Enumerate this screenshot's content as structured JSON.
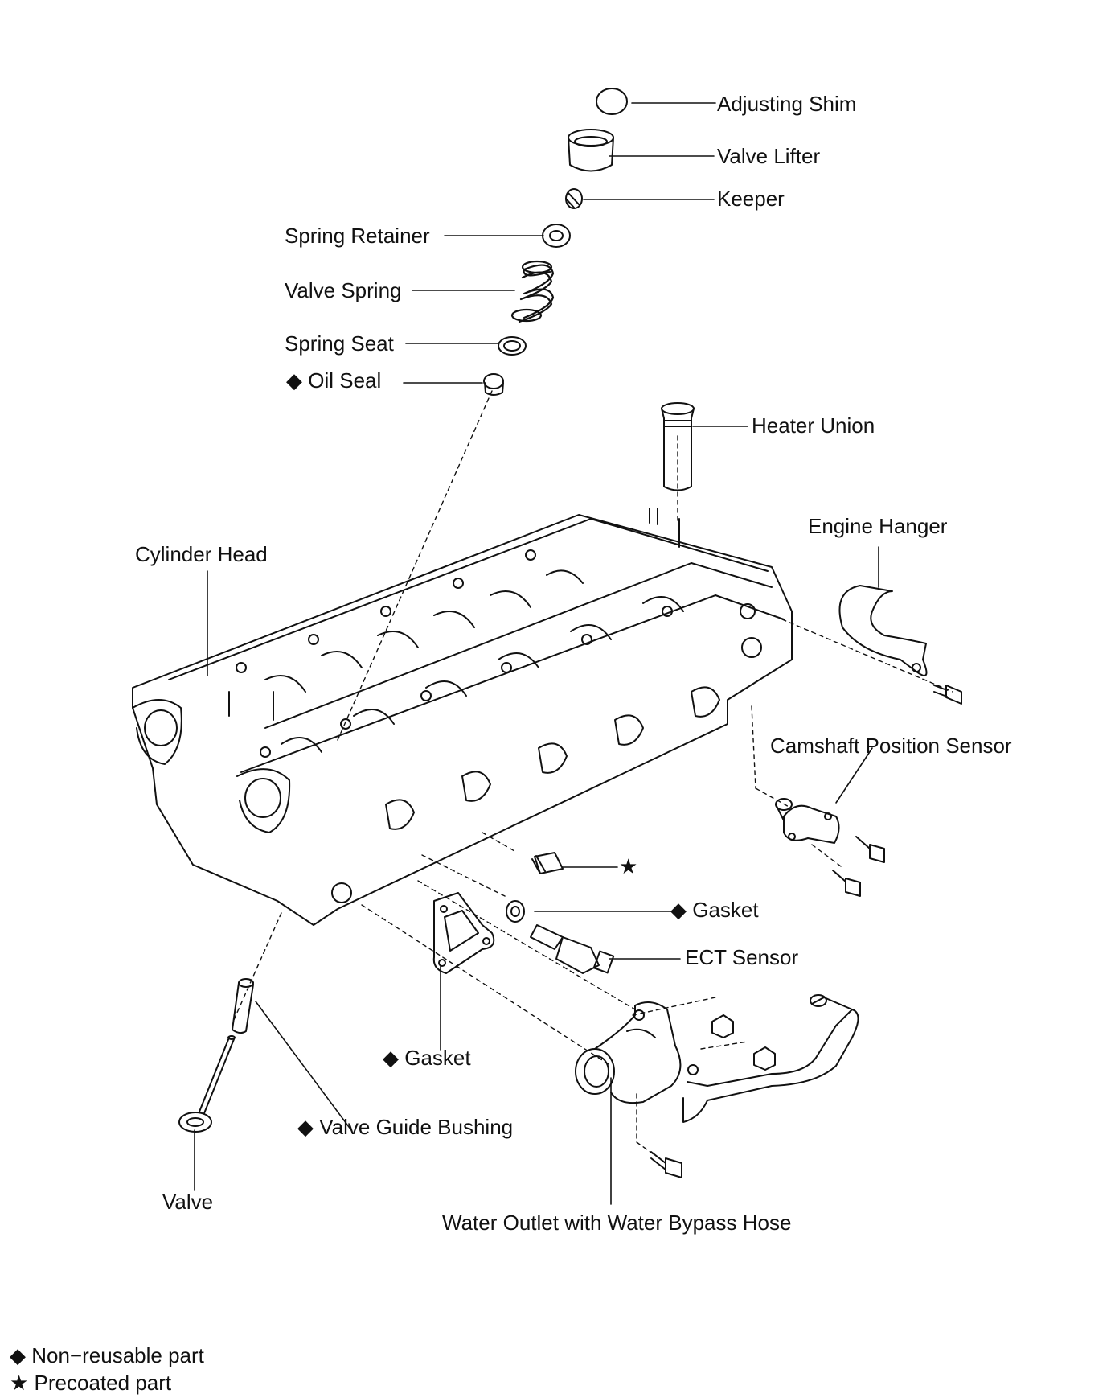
{
  "labels": {
    "adjusting_shim": "Adjusting Shim",
    "valve_lifter": "Valve Lifter",
    "keeper": "Keeper",
    "spring_retainer": "Spring Retainer",
    "valve_spring": "Valve Spring",
    "spring_seat": "Spring Seat",
    "oil_seal": "Oil Seal",
    "heater_union": "Heater Union",
    "engine_hanger": "Engine Hanger",
    "cylinder_head": "Cylinder Head",
    "camshaft_position_sensor": "Camshaft Position Sensor",
    "plug_marker": "★",
    "gasket_ect": "Gasket",
    "ect_sensor": "ECT Sensor",
    "gasket_outlet": "Gasket",
    "valve_guide_bushing": "Valve Guide Bushing",
    "valve": "Valve",
    "water_outlet": "Water Outlet with Water Bypass Hose"
  },
  "markers": {
    "non_reusable": "◆",
    "precoated": "★"
  },
  "legend": {
    "non_reusable": "Non−reusable part",
    "precoated": "Precoated part"
  }
}
